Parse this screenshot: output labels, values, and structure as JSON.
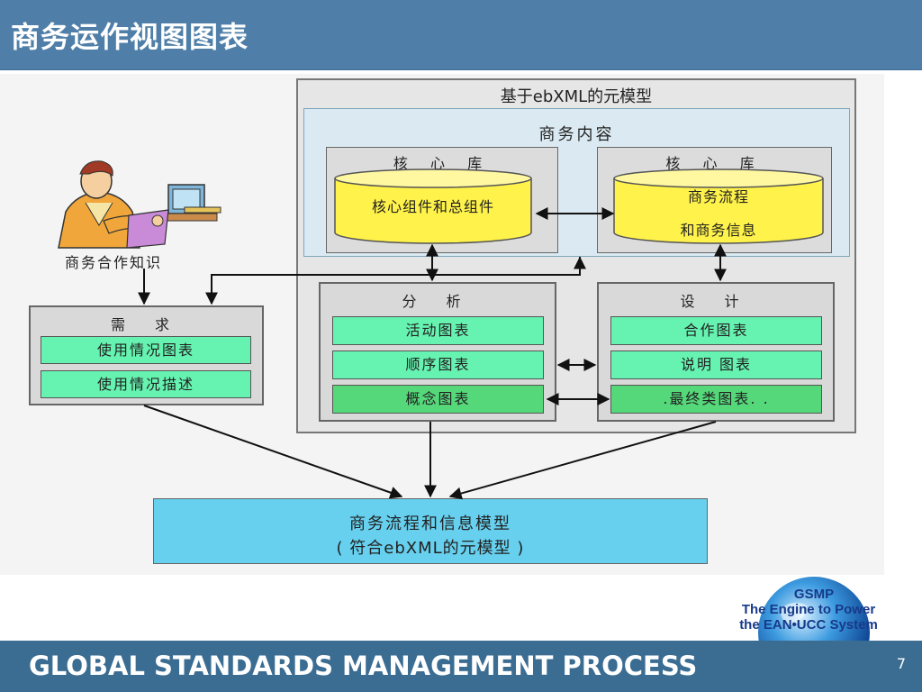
{
  "header": {
    "title": "商务运作视图图表"
  },
  "diagram": {
    "outer_title": "基于ebXML的元模型",
    "business_content": "商务内容",
    "core_library_left": {
      "label": "核 心 库",
      "cylinder_text": "核心组件和总组件"
    },
    "core_library_right": {
      "label": "核 心 库",
      "cylinder_line1": "商务流程",
      "cylinder_line2": "和商务信息"
    },
    "person_caption": "商务合作知识",
    "requirements": {
      "label": "需 求",
      "items": [
        "使用情况图表",
        "使用情况描述"
      ]
    },
    "analysis": {
      "label": "分 析",
      "items": [
        "活动图表",
        "顺序图表",
        "概念图表"
      ]
    },
    "design": {
      "label": "设 计",
      "items": [
        "合作图表",
        "说明 图表",
        ".最终类图表. ."
      ]
    },
    "model": {
      "line1": "商务流程和信息模型",
      "line2": "( 符合ebXML的元模型 )"
    }
  },
  "logo": {
    "line1": "GSMP",
    "line2": "The Engine to Power",
    "line3": "the EAN•UCC System"
  },
  "footer": {
    "text": "GLOBAL STANDARDS MANAGEMENT PROCESS",
    "page_number": "7"
  },
  "colors": {
    "header_bg": "#4f7fa8",
    "footer_bg": "#3b6d93",
    "item_green": "#66f2b0",
    "cylinder_yellow": "#fff24a",
    "model_blue": "#66d0ee"
  }
}
